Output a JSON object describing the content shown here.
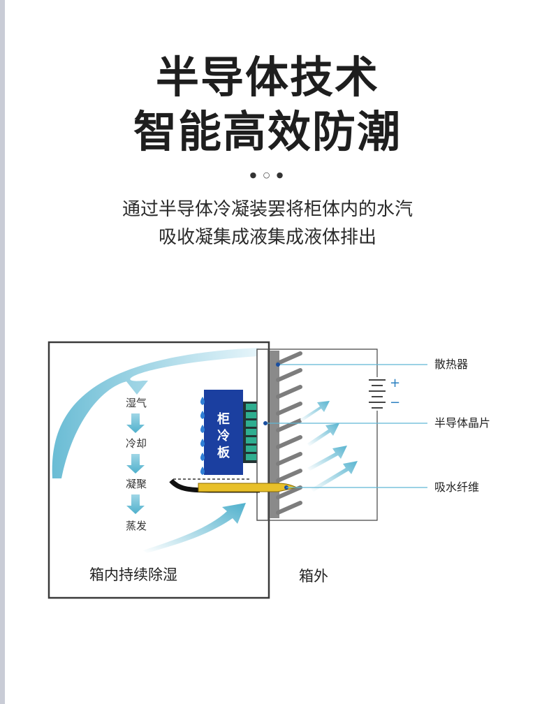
{
  "header": {
    "title_line1": "半导体技术",
    "title_line2": "智能高效防潮",
    "subtitle_line1": "通过半导体冷凝装罢将柜体内的水汽",
    "subtitle_line2": "吸收凝集成液集成液体排出"
  },
  "diagram": {
    "process_steps": [
      "湿气",
      "冷却",
      "凝聚",
      "蒸发"
    ],
    "cold_plate_label": [
      "柜",
      "冷",
      "板"
    ],
    "inside_label": "箱内持续除湿",
    "outside_label": "箱外",
    "callouts": {
      "heatsink": "散热器",
      "chip": "半导体晶片",
      "fiber": "吸水纤维"
    },
    "battery_plus": "+",
    "battery_minus": "−",
    "colors": {
      "arrow": "#6ec0d6",
      "cold_plate": "#1b3fa0",
      "chip": "#2fae90",
      "fiber": "#e8c02a",
      "heatsink": "#8a8a8a",
      "callout_line": "#5fb8d5"
    }
  }
}
